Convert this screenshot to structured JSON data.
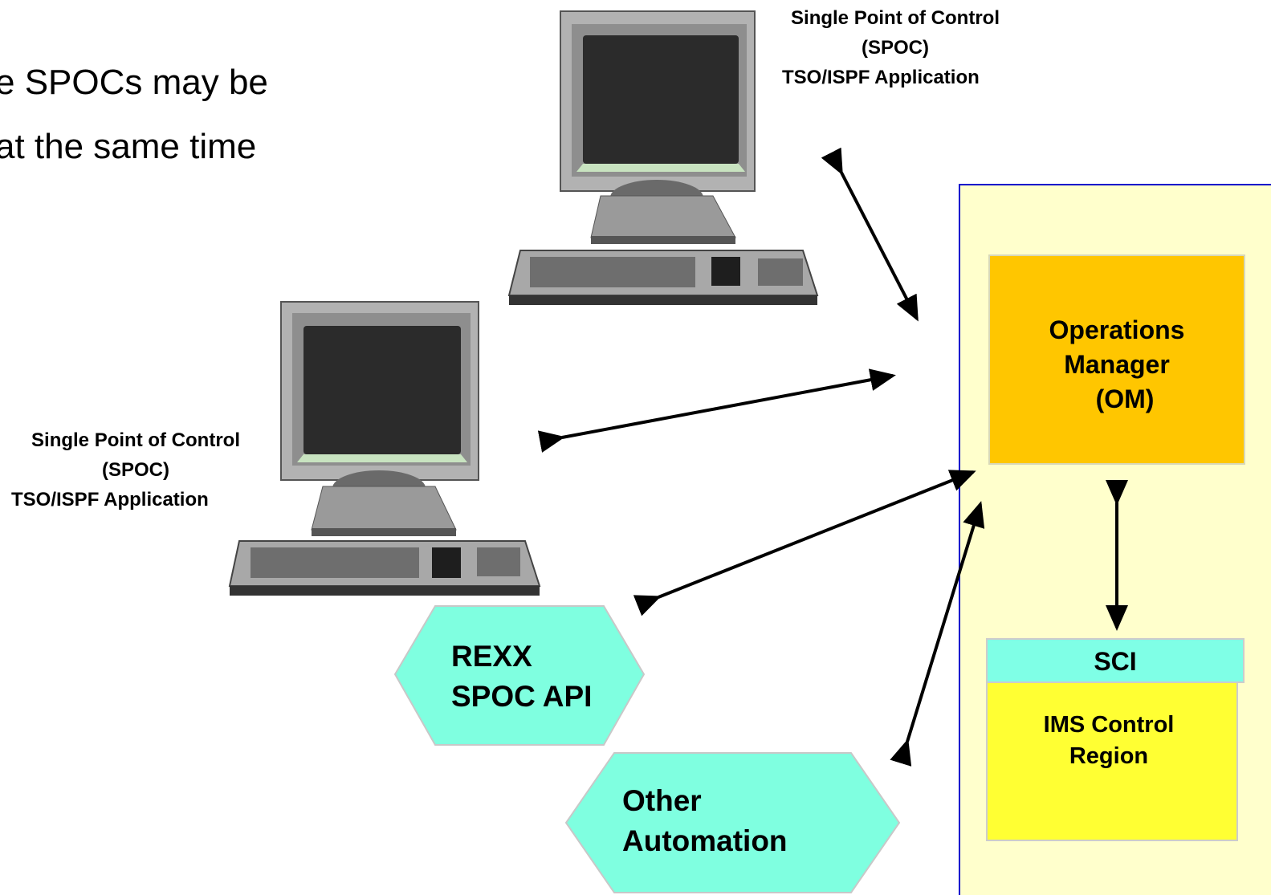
{
  "heading": {
    "line1": "e SPOCs may be",
    "line2": "at the same time"
  },
  "spoc_top": {
    "line1": "Single Point of Control",
    "line2": "(SPOC)",
    "line3": "TSO/ISPF Application"
  },
  "spoc_left": {
    "line1": "Single Point of Control",
    "line2": "(SPOC)",
    "line3": "TSO/ISPF Application"
  },
  "rexx": {
    "line1": "REXX",
    "line2": "SPOC API"
  },
  "other": {
    "line1": "Other",
    "line2": "Automation"
  },
  "om": {
    "line1": "Operations",
    "line2": "Manager",
    "line3": "(OM)"
  },
  "sci": {
    "label": "SCI"
  },
  "ims": {
    "line1": "IMS Control",
    "line2": "Region"
  },
  "colors": {
    "panel_fill": "#FFFFCC",
    "panel_border": "#0000CC",
    "om_fill": "#FFC600",
    "sci_fill": "#7FFFE6",
    "ims_fill": "#FFFF33",
    "hex_fill": "#7FFFE0",
    "arrow": "#000000"
  }
}
